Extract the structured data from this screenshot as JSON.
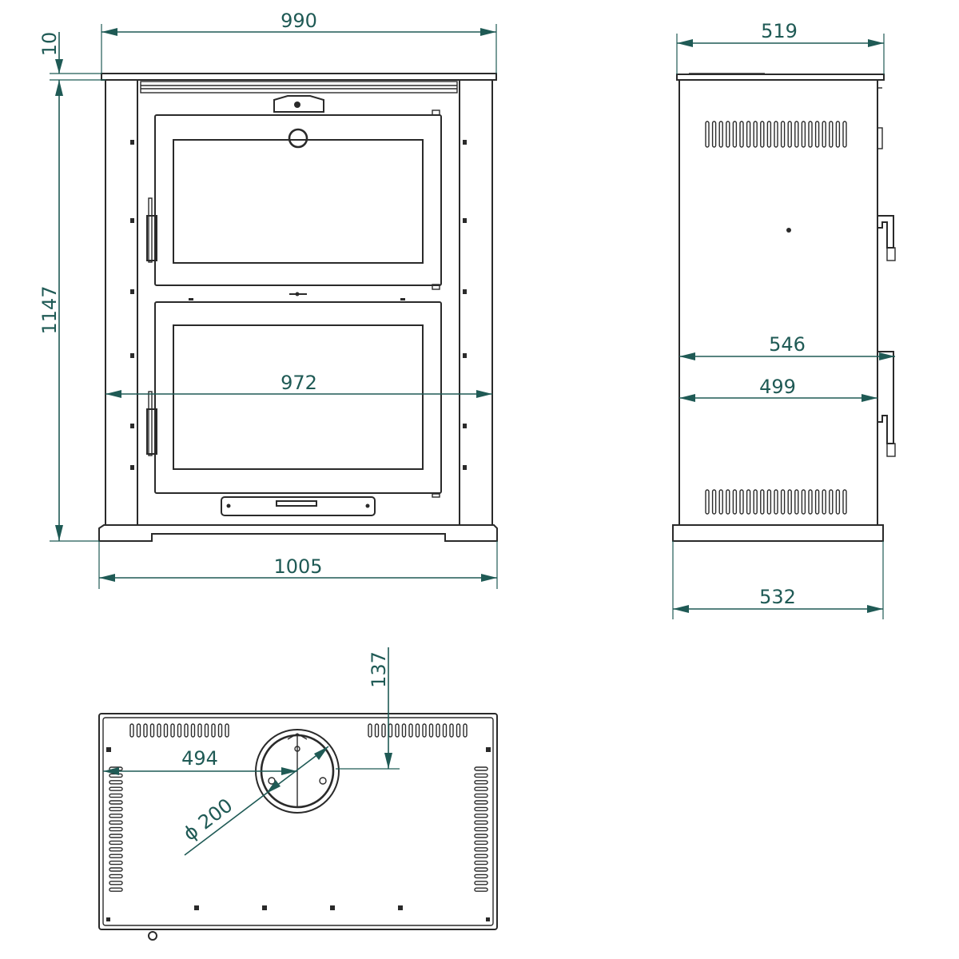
{
  "front_view": {
    "dim_total_width": "990",
    "dim_top_plate": "10",
    "dim_height": "1147",
    "dim_inner_width": "972",
    "dim_base_width": "1005"
  },
  "side_view": {
    "dim_top_depth": "519",
    "dim_depth_546": "546",
    "dim_depth_499": "499",
    "dim_base_depth": "532"
  },
  "top_view": {
    "dim_flue_offset_y": "137",
    "dim_flue_offset_x": "494",
    "dim_flue_diameter": "ϕ 200"
  },
  "colors": {
    "outline": "#2a2a2a",
    "dimension": "#1f5a55"
  }
}
